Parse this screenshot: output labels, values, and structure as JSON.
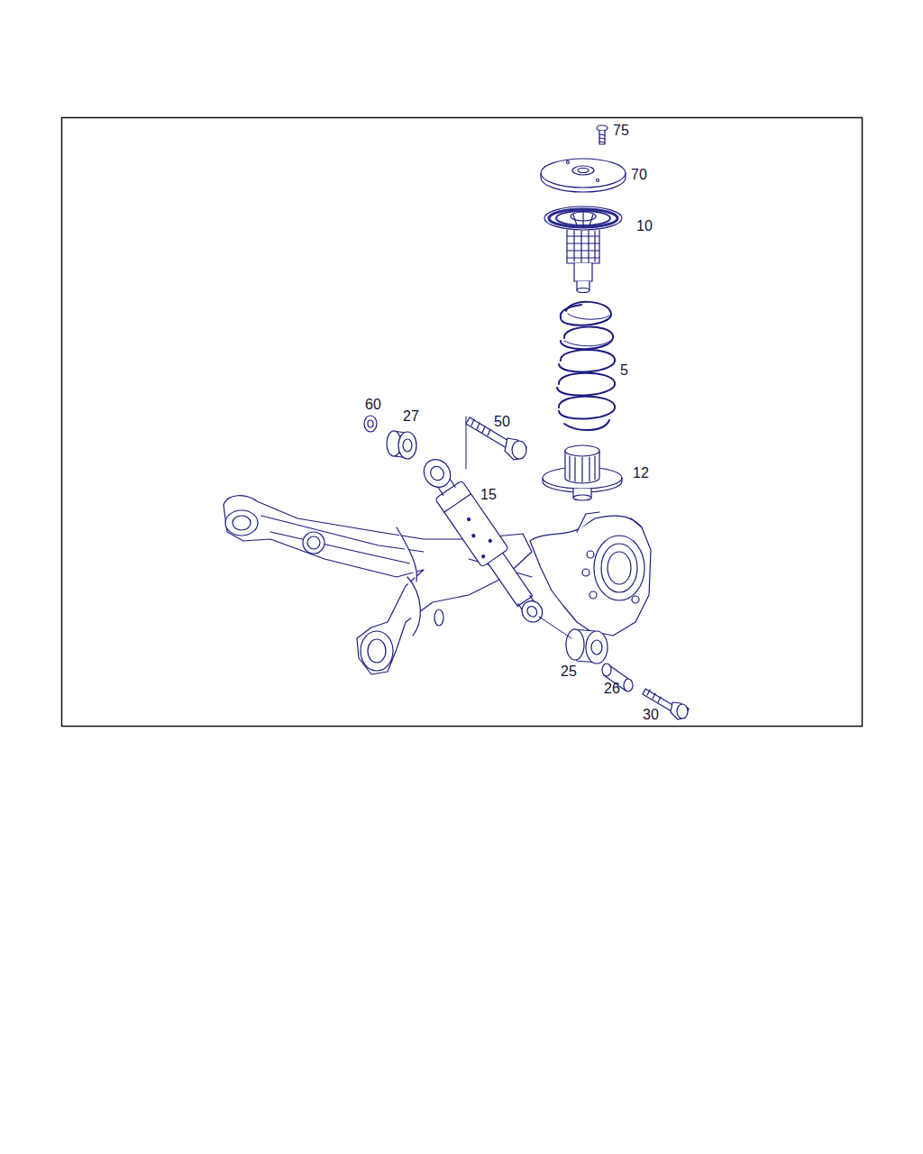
{
  "diagram": {
    "labels": [
      "75",
      "70",
      "10",
      "5",
      "60",
      "27",
      "50",
      "12",
      "15",
      "25",
      "26",
      "30"
    ]
  }
}
